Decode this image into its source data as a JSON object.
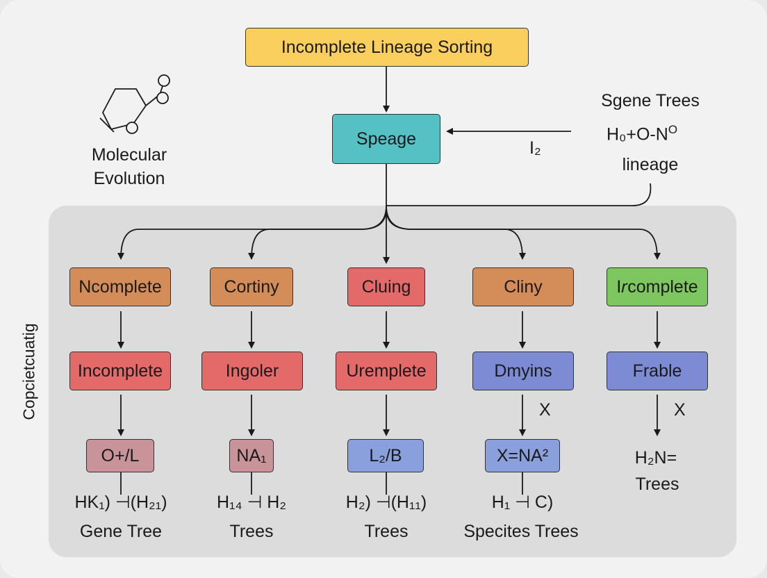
{
  "title": "Incomplete Lineage Sorting",
  "center_node": "Speage",
  "arrow_label": "I₂",
  "left_label": {
    "line1": "Molecular",
    "line2": "Evolution",
    "icon": "molecule-icon"
  },
  "right_label": {
    "line1": "Sgene Trees",
    "line2": "H₀+O-N",
    "line2_sup": "O",
    "line3": "lineage"
  },
  "panel_label": "Copcietcuatig",
  "columns": [
    {
      "top": "Ncomplete",
      "mid": "Incomplete",
      "bottom": "O+/L",
      "sub1": "HK₁) ⊣(H₂₁)",
      "sub2": "Gene Tree"
    },
    {
      "top": "Cortiny",
      "mid": "Ingoler",
      "bottom": "NA₁",
      "sub1": "H₁₄ ⊣ H₂",
      "sub2": "Trees"
    },
    {
      "top": "Cluing",
      "mid": "Uremplete",
      "bottom": "L₂/B",
      "sub1": "H₂) ⊣(H₁₁)",
      "sub2": "Trees"
    },
    {
      "top": "Cliny",
      "mid": "Dmyins",
      "mark": "X",
      "bottom": "X=NA²",
      "sub1": "H₁ ⊣ C)",
      "sub2": "Specites Trees"
    },
    {
      "top": "I𝑟complete",
      "mid": "Frable",
      "mark": "X",
      "bottom_text1": "H₂N=",
      "bottom_text2": "Trees"
    }
  ],
  "colors": {
    "title_fill": "#fbcf5e",
    "speage_fill": "#55c1c5",
    "orange": "#d48c59",
    "red": "#e46a6a",
    "green": "#7dc660",
    "blue": "#7d8bd4",
    "mauve": "#c9939a"
  }
}
